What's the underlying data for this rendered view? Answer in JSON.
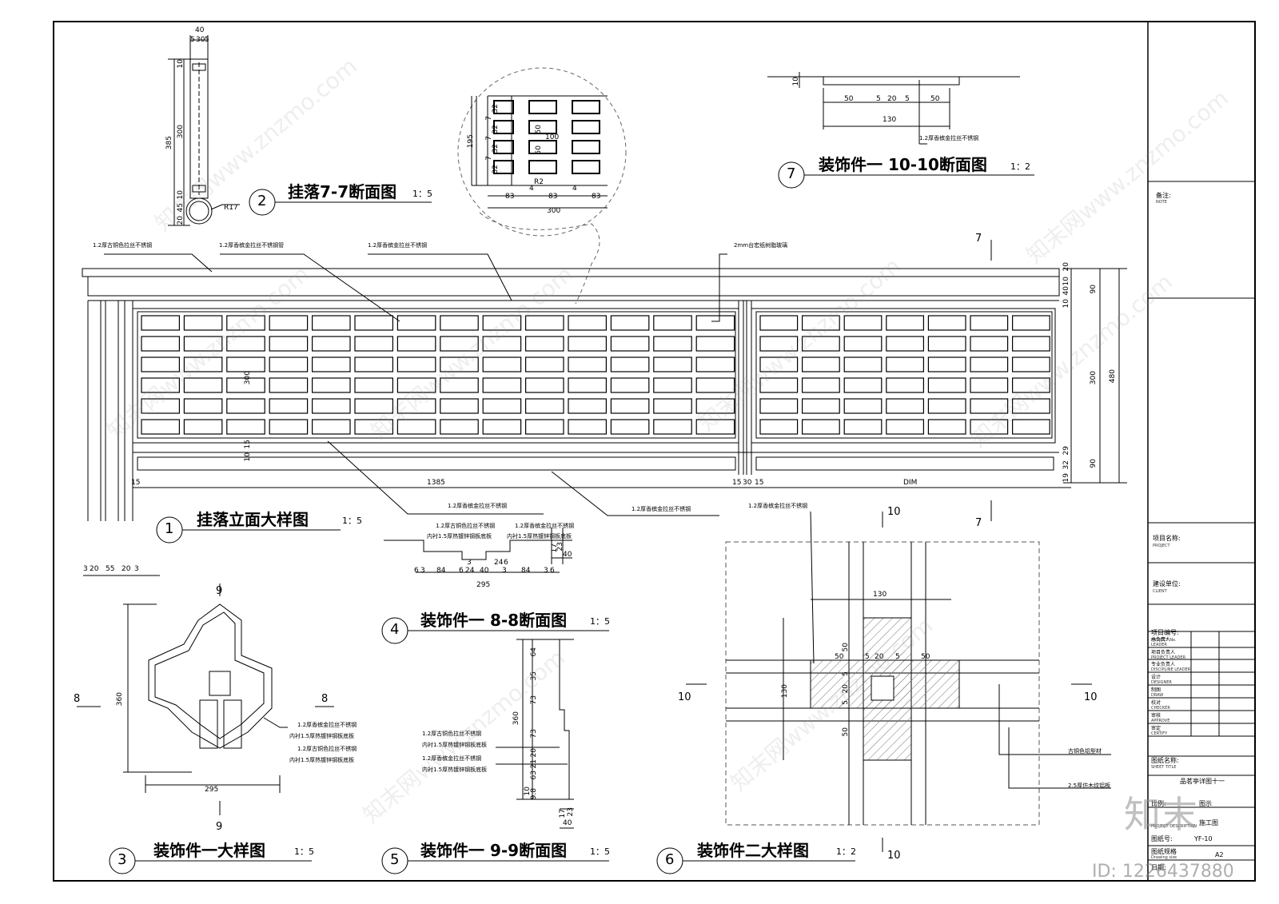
{
  "details": {
    "d1": {
      "num": "1",
      "title": "挂落立面大样图",
      "scale": "1：5"
    },
    "d2": {
      "num": "2",
      "title": "挂落7-7断面图",
      "scale": "1：5"
    },
    "d3": {
      "num": "3",
      "title": "装饰件一大样图",
      "scale": "1：5"
    },
    "d4": {
      "num": "4",
      "title": "装饰件一 8-8断面图",
      "scale": "1：5"
    },
    "d5": {
      "num": "5",
      "title": "装饰件一 9-9断面图",
      "scale": "1：5"
    },
    "d6": {
      "num": "6",
      "title": "装饰件二大样图",
      "scale": "1：2"
    },
    "d7": {
      "num": "7",
      "title": "装饰件一 10-10断面图",
      "scale": "1：2"
    }
  },
  "notes": {
    "top1": "1.2厚古铜色拉丝不锈钢",
    "top2": "1.2厚香槟金拉丝不锈钢管",
    "top3": "1.2厚香槟金拉丝不锈钢",
    "glass": "2mm台宏纸树脂玻璃",
    "bottom1": "1.2厚香槟金拉丝不锈钢",
    "bottom2": "1.2厚香槟金拉丝不锈钢",
    "s8_a": "1.2厚古铜色拉丝不锈钢",
    "s8_b": "内衬1.5厚热镀锌钢板底板",
    "s8_c": "1.2厚香槟金拉丝不锈钢",
    "s8_d": "内衬1.5厚热镀锌钢板底板",
    "d3_a": "1.2厚香槟金拉丝不锈钢",
    "d3_b": "内衬1.5厚热镀锌钢板底板",
    "d3_c": "1.2厚古铜色拉丝不锈钢",
    "d3_d": "内衬1.5厚热镀锌钢板底板",
    "d5_a": "1.2厚古铜色拉丝不锈钢",
    "d5_b": "内衬1.5厚热镀锌钢板底板",
    "d5_c": "1.2厚香槟金拉丝不锈钢",
    "d5_d": "内衬1.5厚热镀锌钢板底板",
    "d6_a": "1.2厚香槟金拉丝不锈钢",
    "d6_b": "古铜色铝型材",
    "d6_c": "2.5厚仿木纹铝板",
    "d7_a": "1.2厚香槟金拉丝不锈钢"
  },
  "dims": {
    "d2": [
      "40",
      "5",
      "30",
      "5",
      "10",
      "300",
      "385",
      "10",
      "45",
      "20",
      "R17"
    ],
    "enl": [
      "32",
      "7",
      "32",
      "7",
      "32",
      "7",
      "32",
      "195",
      "100",
      "50",
      "50",
      "R2",
      "83",
      "83",
      "83",
      "4",
      "4",
      "300"
    ],
    "d1": [
      "20",
      "10",
      "40",
      "10",
      "90",
      "300",
      "480",
      "300",
      "15",
      "10",
      "29",
      "32",
      "19",
      "90",
      "15",
      "1385",
      "15",
      "30",
      "15",
      "DIM"
    ],
    "d1b": [
      "3",
      "20",
      "55",
      "20",
      "3"
    ],
    "d4": [
      "6",
      "3",
      "84",
      "6",
      "24",
      "40",
      "24",
      "6",
      "3",
      "84",
      "3",
      "6",
      "3",
      "295",
      "17",
      "23",
      "40"
    ],
    "d3": [
      "360",
      "295"
    ],
    "d5": [
      "64",
      "35",
      "73",
      "73",
      "20",
      "21",
      "63",
      "10",
      "9.8",
      "17",
      "23",
      "40",
      "360"
    ],
    "d6": [
      "130",
      "130",
      "50",
      "5",
      "20",
      "5",
      "50",
      "50",
      "5",
      "20",
      "5",
      "50"
    ],
    "d7": [
      "10",
      "50",
      "5",
      "20",
      "5",
      "50",
      "130"
    ]
  },
  "section_marks": {
    "s7": "7",
    "s8": "8",
    "s9": "9",
    "s10": "10"
  },
  "title_block": {
    "note_cn": "备注:",
    "note_en": "NOTE",
    "project_name_cn": "项目名称:",
    "project_name_en": "PROJECT",
    "client_cn": "建设单位:",
    "client_en": "CLIENT",
    "project_no_cn": "项目编号:",
    "project_no_en": "PROJECT No.",
    "rows": [
      {
        "cn": "总负责人",
        "en": "LEADER"
      },
      {
        "cn": "项目负责人",
        "en": "PROJECT LEADER"
      },
      {
        "cn": "专业负责人",
        "en": "DISCIPLINE LEADER"
      },
      {
        "cn": "设计",
        "en": "DESIGNER"
      },
      {
        "cn": "制图",
        "en": "DRAW"
      },
      {
        "cn": "校对",
        "en": "CHECKER"
      },
      {
        "cn": "审核",
        "en": "APPROVE"
      },
      {
        "cn": "审定",
        "en": "CERTIFY"
      }
    ],
    "sheet_title_cn": "图纸名称:",
    "sheet_title_en": "SHEET TITLE",
    "sheet_title": "品茗亭详图十一",
    "scale_cn": "比例:",
    "scale_val": "图示",
    "desc_en": "PROJECT DESCRIPTION",
    "desc_val": "施工图",
    "drawing_no_cn": "图纸号:",
    "drawing_no_val": "YF-10",
    "size_cn": "图纸规格",
    "size_en": "Drawing size",
    "size_val": "A2",
    "date_cn": "日期:"
  },
  "watermark": {
    "logo": "知末",
    "id": "ID: 1226437880",
    "url": "知末网www.znzmo.com"
  }
}
